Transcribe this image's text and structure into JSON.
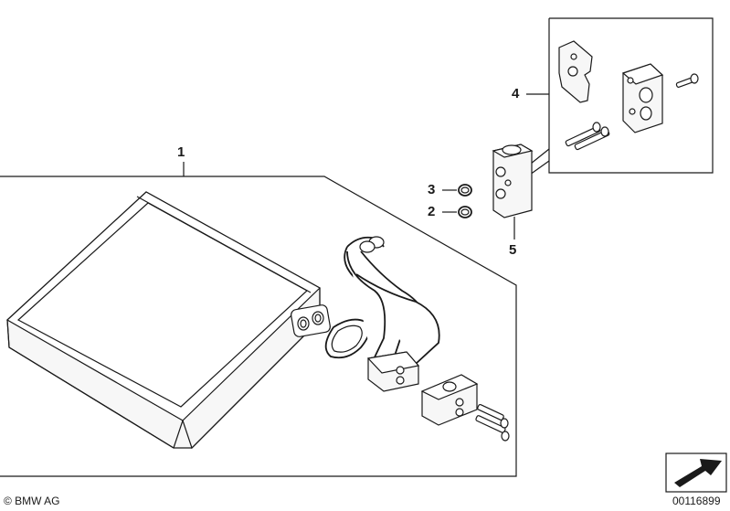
{
  "callouts": {
    "c1": "1",
    "c2": "2",
    "c3": "3",
    "c4": "4",
    "c5": "5"
  },
  "footer": {
    "copyright": "© BMW AG",
    "diagram_number": "00116899"
  },
  "icons": {
    "navigation_arrow": "arrow-icon"
  },
  "colors": {
    "line": "#1a1a1a",
    "background": "#ffffff"
  }
}
